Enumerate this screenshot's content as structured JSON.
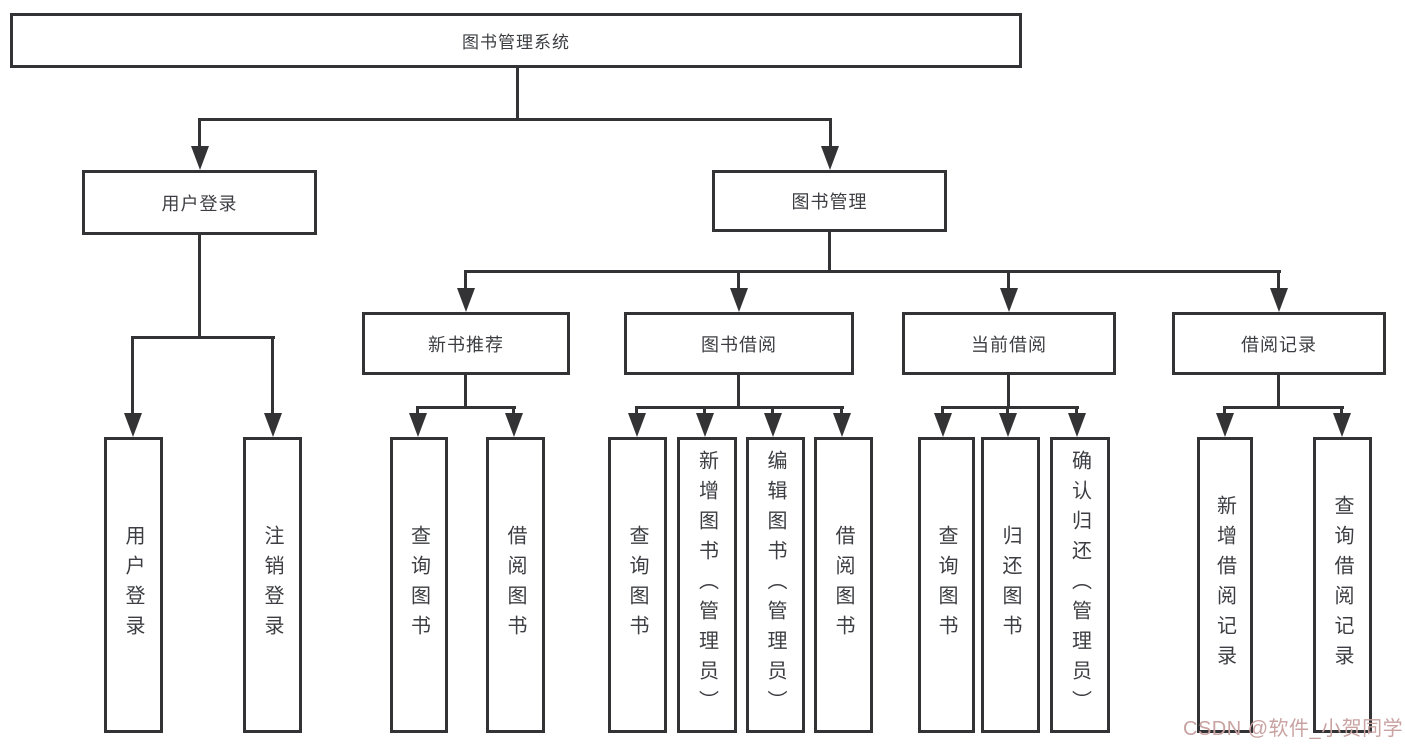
{
  "colors": {
    "line": "#333336",
    "text": "#3d3e43",
    "bg": "#ffffff",
    "watermark": "#c9a2a2"
  },
  "watermark": "CSDN @软件_小贺同学",
  "tree": {
    "root": "图书管理系统",
    "children": [
      {
        "label": "用户登录",
        "children": [
          "用户登录",
          "注销登录"
        ]
      },
      {
        "label": "图书管理",
        "children": [
          {
            "label": "新书推荐",
            "children": [
              "查询图书",
              "借阅图书"
            ]
          },
          {
            "label": "图书借阅",
            "children": [
              "查询图书",
              "新增图书（管理员）",
              "编辑图书（管理员）",
              "借阅图书"
            ]
          },
          {
            "label": "当前借阅",
            "children": [
              "查询图书",
              "归还图书",
              "确认归还（管理员）"
            ]
          },
          {
            "label": "借阅记录",
            "children": [
              "新增借阅记录",
              "查询借阅记录"
            ]
          }
        ]
      }
    ]
  }
}
